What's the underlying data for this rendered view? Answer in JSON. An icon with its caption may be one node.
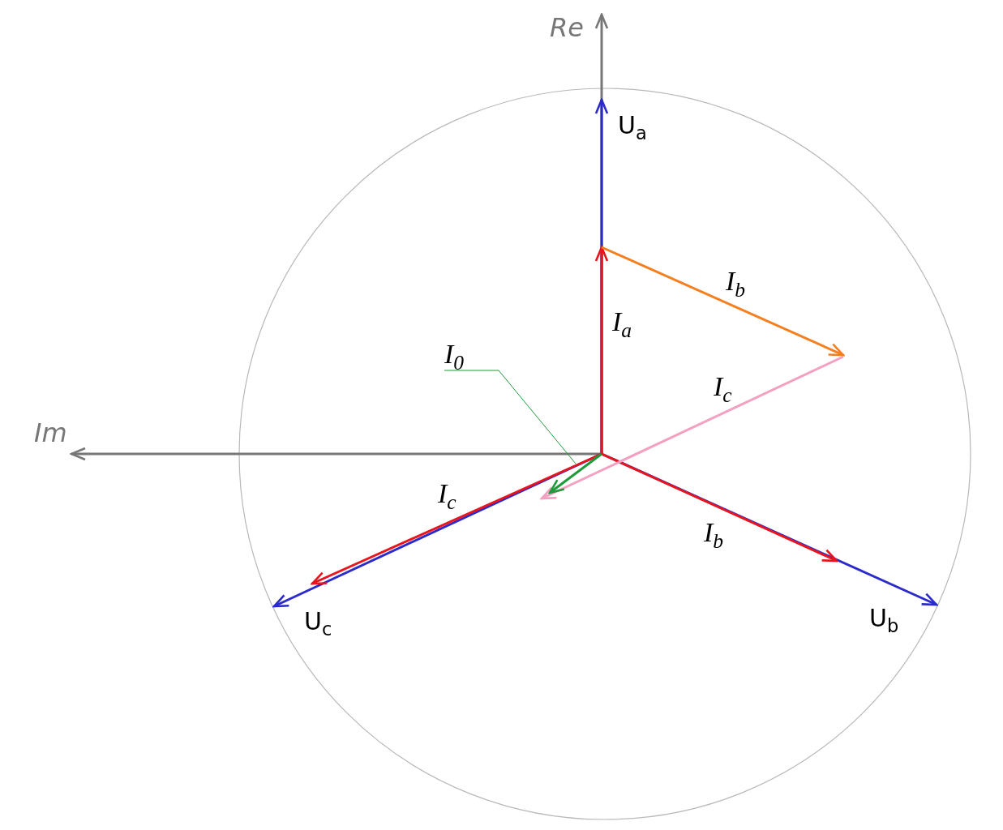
{
  "diagram": {
    "nodes": [
      {
        "text": [
          "I$_{0}$"
        ]
      },
      {
        "text": [],
        "shape": "arrow"
      }
    ],
    "edges": [
      {
        "from": 0,
        "to": 1,
        "arrow": "none"
      }
    ],
    "labels": [
      "Re",
      "U$_{a}$",
      "I$_{b}$",
      "I$_{a}$",
      "I$_{c}$",
      "Im",
      "I$_{c}$",
      "I$_{b}$",
      "U$_{c}$",
      "U$_{b}$"
    ]
  }
}
